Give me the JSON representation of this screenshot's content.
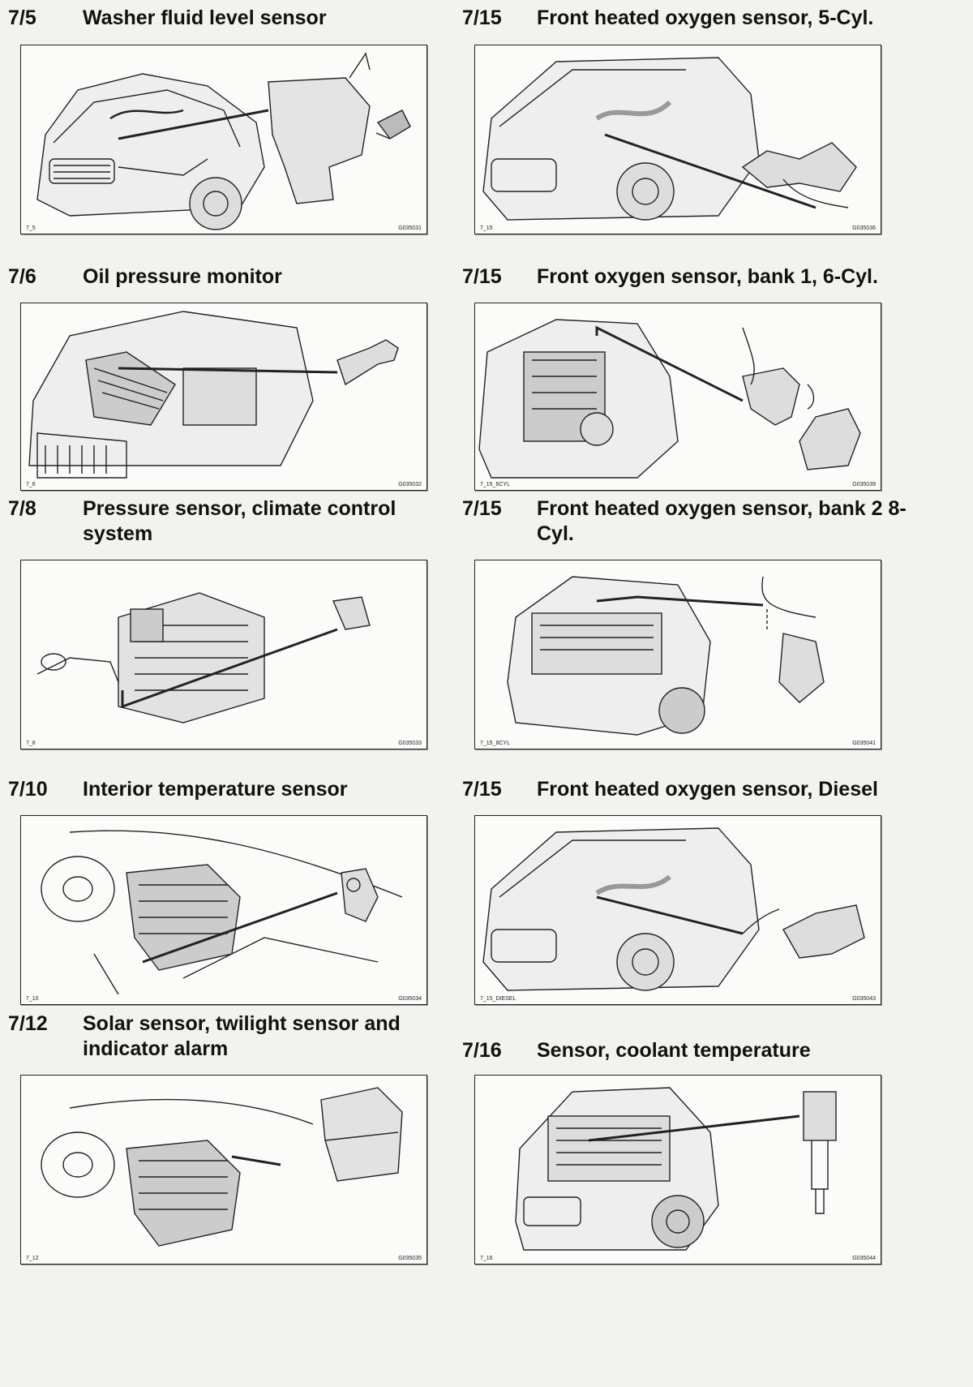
{
  "entries": [
    {
      "num": "7/5",
      "title": "Washer fluid level sensor",
      "fig": "7_5",
      "code": "G035031"
    },
    {
      "num": "7/15",
      "title": "Front heated oxygen sensor, 5-Cyl.",
      "fig": "7_15",
      "code": "G035036"
    },
    {
      "num": "7/6",
      "title": "Oil pressure monitor",
      "fig": "7_6",
      "code": "G035032"
    },
    {
      "num": "7/15",
      "title": "Front oxygen sensor, bank 1, 6-Cyl.",
      "fig": "7_15_6CYL",
      "code": "G035039"
    },
    {
      "num": "7/8",
      "title": "Pressure sensor, climate control system",
      "fig": "7_8",
      "code": "G035033"
    },
    {
      "num": "7/15",
      "title": "Front heated oxygen sensor, bank 2 8-Cyl.",
      "fig": "7_15_8CYL",
      "code": "G035041"
    },
    {
      "num": "7/10",
      "title": "Interior temperature sensor",
      "fig": "7_10",
      "code": "G035034"
    },
    {
      "num": "7/15",
      "title": "Front heated oxygen sensor, Diesel",
      "fig": "7_15_DIESEL",
      "code": "G035043"
    },
    {
      "num": "7/12",
      "title": "Solar sensor, twilight sensor and indicator alarm",
      "fig": "7_12",
      "code": "G035035"
    },
    {
      "num": "7/16",
      "title": "Sensor, coolant temperature",
      "fig": "7_16",
      "code": "G035044"
    }
  ]
}
